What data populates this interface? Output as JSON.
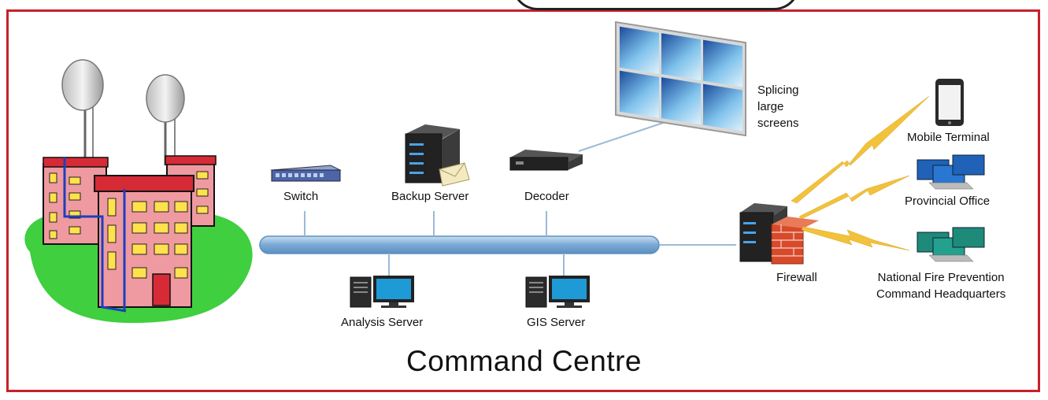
{
  "title": "Command Centre",
  "labels": {
    "switch": "Switch",
    "backup_server": "Backup Server",
    "decoder": "Decoder",
    "splicing_screens": [
      "Splicing",
      "large",
      "screens"
    ],
    "analysis_server": "Analysis Server",
    "gis_server": "GIS Server",
    "firewall": "Firewall",
    "mobile_terminal": "Mobile Terminal",
    "provincial_office": "Provincial Office",
    "national_hq": [
      "National Fire Prevention",
      "Command Headquarters"
    ]
  },
  "colors": {
    "frame": "#c8202a",
    "bus": "#8fb7dd",
    "grass": "#3fcf3f",
    "building": "#ef9aa0",
    "roof": "#d62b36",
    "lightning": "#f2c23c"
  }
}
